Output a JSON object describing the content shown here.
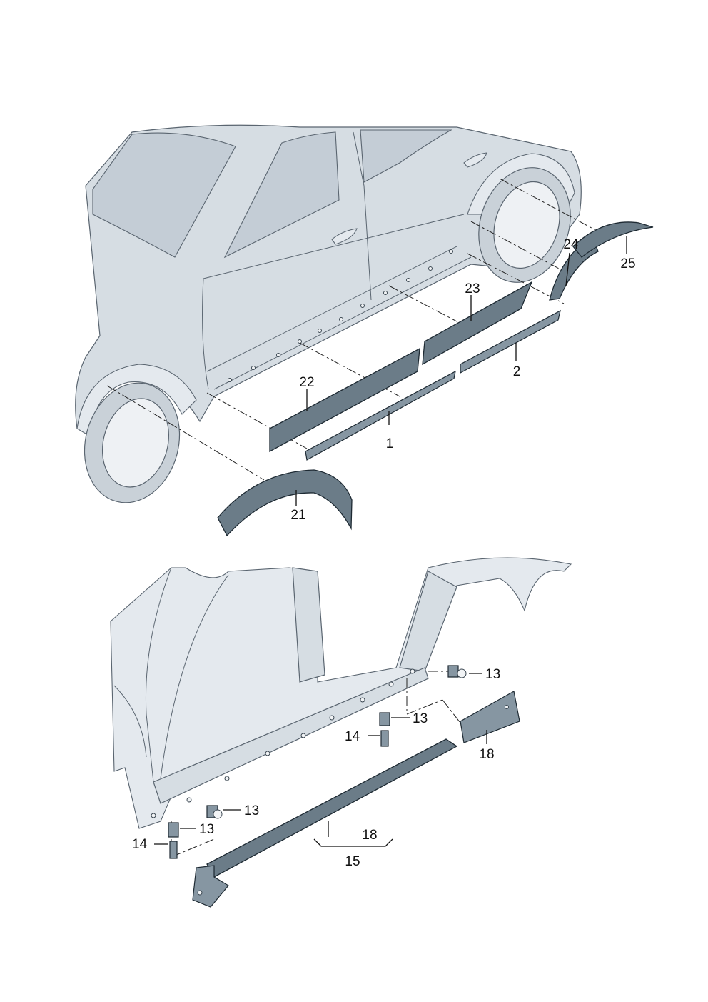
{
  "diagram": {
    "callouts": {
      "c1": "1",
      "c2": "2",
      "c21": "21",
      "c22": "22",
      "c23": "23",
      "c24": "24",
      "c25": "25",
      "c13a": "13",
      "c13b": "13",
      "c13c": "13",
      "c13d": "13",
      "c14a": "14",
      "c14b": "14",
      "c15": "15",
      "c18a": "18",
      "c18b": "18"
    }
  }
}
